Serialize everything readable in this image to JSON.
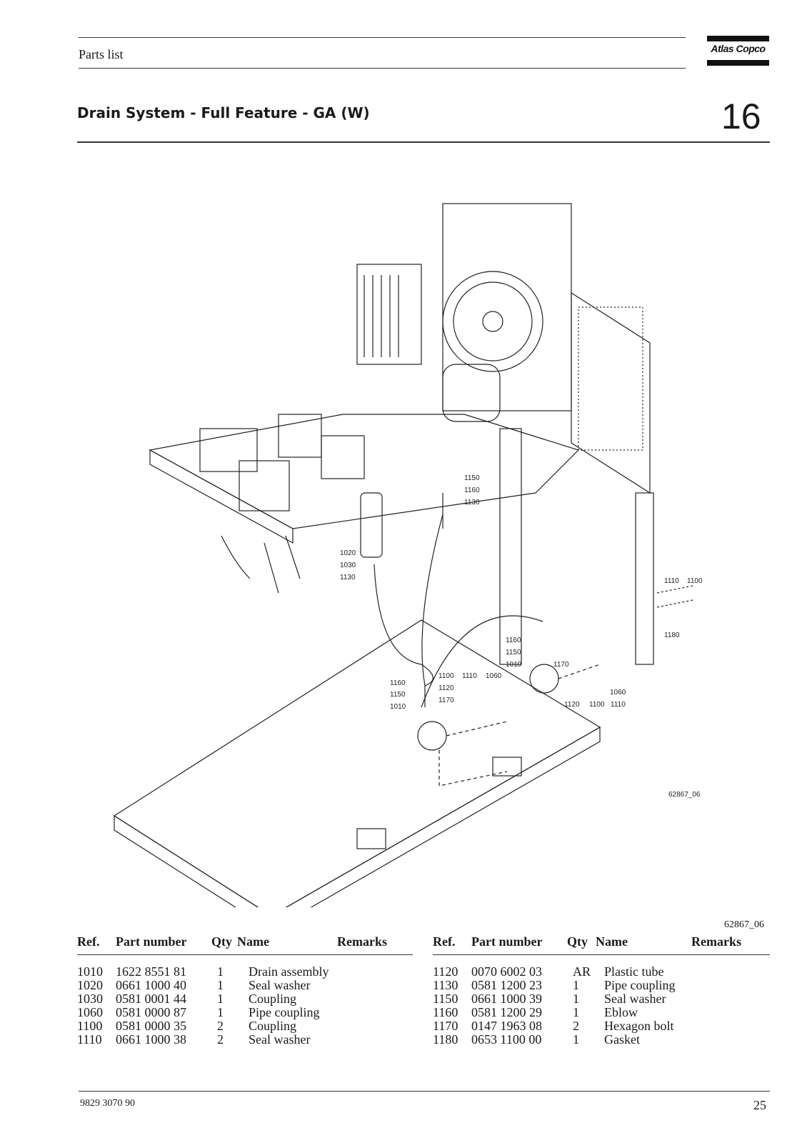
{
  "header": {
    "label": "Parts list",
    "brand": "Atlas Copco"
  },
  "section": {
    "title": "Drain System - Full Feature - GA (W)",
    "number": "16"
  },
  "figure": {
    "id": "62867_06",
    "inner_id": "62867_06",
    "callouts": [
      "1150",
      "1160",
      "1130",
      "1020",
      "1030",
      "1130",
      "1110",
      "1100",
      "1180",
      "1160",
      "1150",
      "1010",
      "1170",
      "1100",
      "1110",
      "1060",
      "1120",
      "1170",
      "1160",
      "1150",
      "1010",
      "1060",
      "1120",
      "1100",
      "1110"
    ]
  },
  "table": {
    "headers": {
      "ref": "Ref.",
      "part_number": "Part number",
      "qty": "Qty",
      "name": "Name",
      "remarks": "Remarks"
    },
    "left_rows": [
      {
        "ref": "1010",
        "part": "1622 8551 81",
        "qty": "1",
        "name": "Drain assembly",
        "remarks": ""
      },
      {
        "ref": "1020",
        "part": "0661 1000 40",
        "qty": "1",
        "name": "Seal washer",
        "remarks": ""
      },
      {
        "ref": "1030",
        "part": "0581 0001 44",
        "qty": "1",
        "name": "Coupling",
        "remarks": ""
      },
      {
        "ref": "1060",
        "part": "0581 0000 87",
        "qty": "1",
        "name": "Pipe coupling",
        "remarks": ""
      },
      {
        "ref": "1100",
        "part": "0581 0000 35",
        "qty": "2",
        "name": "Coupling",
        "remarks": ""
      },
      {
        "ref": "1110",
        "part": "0661 1000 38",
        "qty": "2",
        "name": "Seal washer",
        "remarks": ""
      }
    ],
    "right_rows": [
      {
        "ref": "1120",
        "part": "0070 6002 03",
        "qty": "AR",
        "name": "Plastic tube",
        "remarks": ""
      },
      {
        "ref": "1130",
        "part": "0581 1200 23",
        "qty": "1",
        "name": "Pipe coupling",
        "remarks": ""
      },
      {
        "ref": "1150",
        "part": "0661 1000 39",
        "qty": "1",
        "name": "Seal washer",
        "remarks": ""
      },
      {
        "ref": "1160",
        "part": "0581 1200 29",
        "qty": "1",
        "name": "Eblow",
        "remarks": ""
      },
      {
        "ref": "1170",
        "part": "0147 1963 08",
        "qty": "2",
        "name": "Hexagon bolt",
        "remarks": ""
      },
      {
        "ref": "1180",
        "part": "0653 1100 00",
        "qty": "1",
        "name": "Gasket",
        "remarks": ""
      }
    ]
  },
  "footer": {
    "doc_number": "9829 3070 90",
    "page": "25"
  }
}
